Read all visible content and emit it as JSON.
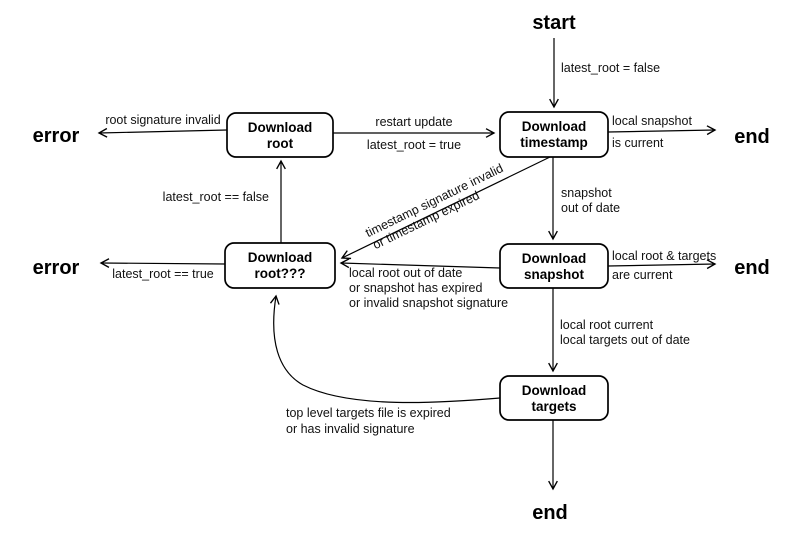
{
  "diagram": {
    "background_color": "#ffffff",
    "line_color": "#000000",
    "terminals": {
      "start": "start",
      "end_top": "end",
      "end_mid": "end",
      "end_bottom": "end",
      "error_top": "error",
      "error_mid": "error"
    },
    "nodes": {
      "download_root": {
        "line1": "Download",
        "line2": "root"
      },
      "download_timestamp": {
        "line1": "Download",
        "line2": "timestamp"
      },
      "download_snapshot": {
        "line1": "Download",
        "line2": "snapshot"
      },
      "download_root_again": {
        "line1": "Download",
        "line2": "root???"
      },
      "download_targets": {
        "line1": "Download",
        "line2": "targets"
      }
    },
    "edge_labels": {
      "start_to_timestamp": {
        "l1": "latest_root = false"
      },
      "root_to_timestamp": {
        "l1": "restart update",
        "l2": "latest_root = true"
      },
      "root_to_error": {
        "l1": "root signature invalid"
      },
      "timestamp_to_end": {
        "l1": "local snapshot",
        "l2": "is current"
      },
      "timestamp_to_snapshot": {
        "l1": "snapshot",
        "l2": "out of date"
      },
      "timestamp_to_root_again": {
        "l1": "timestamp signature invalid",
        "l2": "or timestamp expired"
      },
      "root_again_to_root": {
        "l1": "latest_root == false"
      },
      "root_again_to_error": {
        "l1": "latest_root == true"
      },
      "snapshot_to_root_again": {
        "l1": "local root out of date",
        "l2": "or snapshot has expired",
        "l3": "or invalid snapshot signature"
      },
      "snapshot_to_end": {
        "l1": "local root & targets",
        "l2": "are current"
      },
      "snapshot_to_targets": {
        "l1": "local root current",
        "l2": "local targets out of date"
      },
      "targets_to_root_again": {
        "l1": "top level targets file is expired",
        "l2": "or has invalid signature"
      },
      "targets_to_end": {
        "l1": ""
      }
    }
  }
}
